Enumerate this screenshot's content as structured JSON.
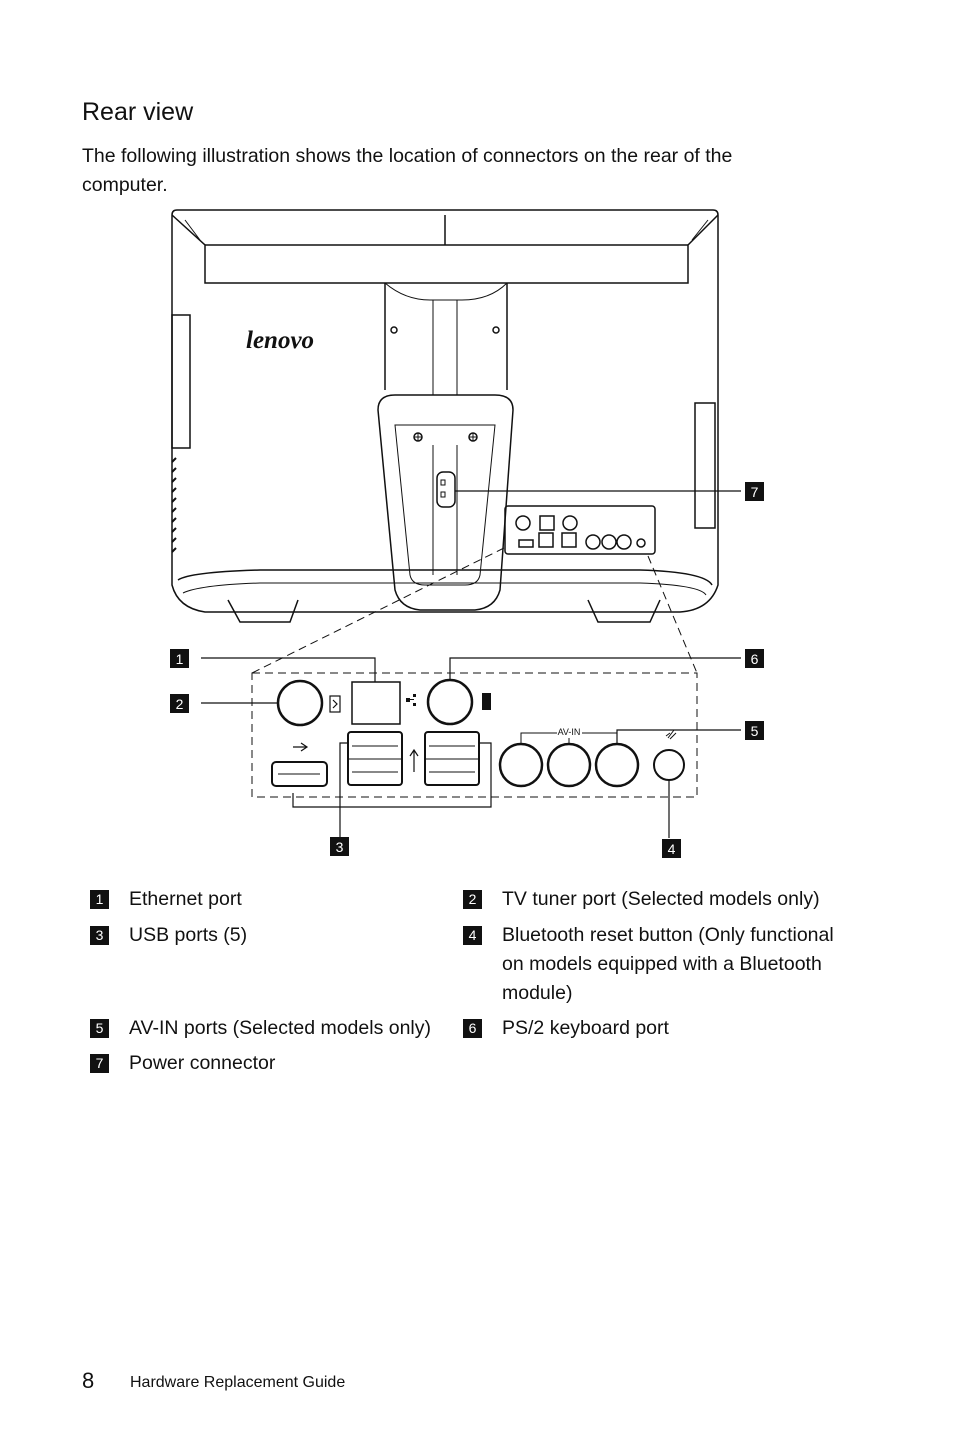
{
  "page": {
    "heading": "Rear view",
    "intro": "The following illustration shows the location of connectors on the rear of the computer.",
    "footer_page_number": "8",
    "footer_title": "Hardware Replacement Guide"
  },
  "figure": {
    "brand_logo": "lenovo",
    "av_in_label": "AV-IN",
    "callouts": [
      "1",
      "2",
      "3",
      "4",
      "5",
      "6",
      "7"
    ],
    "icons": [
      "ethernet-icon",
      "tv-tuner-icon",
      "usb-icon",
      "keyboard-icon",
      "bluetooth-icon",
      "power-icon"
    ]
  },
  "legend": {
    "rows": [
      [
        {
          "num": "1",
          "text": "Ethernet port"
        },
        {
          "num": "2",
          "text": "TV tuner port (Selected models only)"
        }
      ],
      [
        {
          "num": "3",
          "text": "USB ports (5)"
        },
        {
          "num": "4",
          "text": "Bluetooth reset button (Only functional on models equipped with a Bluetooth module)"
        }
      ],
      [
        {
          "num": "5",
          "text": "AV-IN ports (Selected models only)"
        },
        {
          "num": "6",
          "text": "PS/2 keyboard port"
        }
      ],
      [
        {
          "num": "7",
          "text": "Power connector"
        },
        null
      ]
    ]
  }
}
